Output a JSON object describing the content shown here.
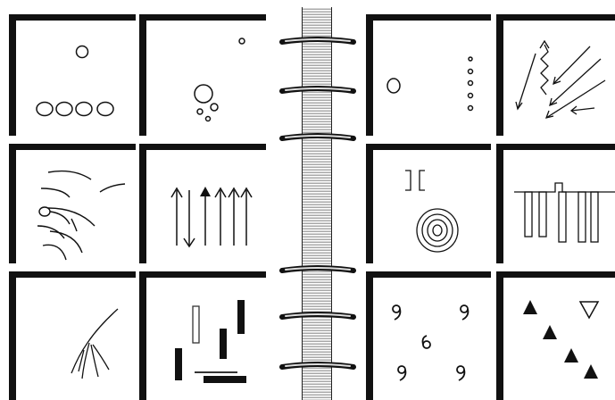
{
  "binder": {
    "ring_count_top": 3,
    "ring_count_bottom": 3
  },
  "cards": [
    {
      "id": "circles",
      "icon": "circles-icon"
    },
    {
      "id": "scattered-circles",
      "icon": "scattered-circles-icon"
    },
    {
      "id": "circle-and-dots",
      "icon": "circle-and-dots-icon"
    },
    {
      "id": "converging-arrows",
      "icon": "converging-arrows-icon"
    },
    {
      "id": "curved-lines",
      "icon": "curved-lines-icon"
    },
    {
      "id": "vertical-arrows",
      "icon": "vertical-arrows-icon"
    },
    {
      "id": "spiral",
      "icon": "spiral-icon"
    },
    {
      "id": "bars",
      "icon": "bars-icon"
    },
    {
      "id": "fan-lines",
      "icon": "fan-lines-icon"
    },
    {
      "id": "vertical-bars",
      "icon": "vertical-bars-icon"
    },
    {
      "id": "nines",
      "icon": "nines-icon"
    },
    {
      "id": "triangles",
      "icon": "triangles-icon"
    }
  ]
}
